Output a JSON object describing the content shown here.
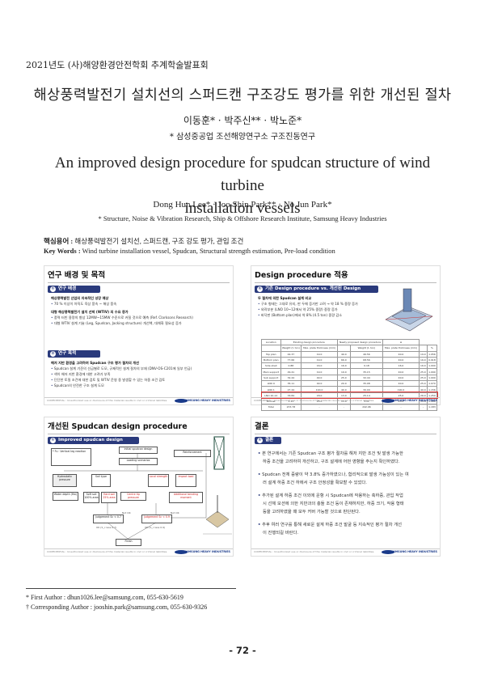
{
  "header": "2021년도 (사)해양환경안전학회 추계학술발표회",
  "title_kor": "해상풍력발전기 설치선의 스퍼드캔 구조강도 평가를 위한 개선된 절차",
  "authors_kor": "이동훈* · 박주신** · 박노준*",
  "affil_kor": "* 삼성중공업 조선해양연구소 구조진동연구",
  "title_en_1": "An improved design procedure for spudcan structure of wind turbine",
  "title_en_2": "installation vessels",
  "authors_en": "Dong Hun Lee* · Joo Shin Park** · No Jun Park*",
  "affil_en": "* Structure, Noise & Vibration Research, Ship & Offshore Research Institute, Samsung Heavy Industries",
  "kw_kor_label": "핵심용어 :",
  "kw_kor": "해상풍력발전기 설치선, 스퍼드캔, 구조 강도 평가, 관입 조건",
  "kw_en_label": "Key Words :",
  "kw_en": "Wind turbine installation vessel, Spudcan, Structural strength estimation, Pre-load condition",
  "panels": {
    "p1": {
      "title": "연구 배경 및 목적",
      "bar1": "연구 배경",
      "bar1_num": "①",
      "h1": "해상풍력발전 산업의 지속적인 성장 예상",
      "l1": "70 % 이상이 아직도 육상 풍속 ~ 해상 풍속",
      "h2": "대형 해상풍력발전기 설치 선박 (WTIV) 의 수요 증가",
      "l2": "풍력 터빈 용량의 향상 12MW~15MW 수준으로 커질 것으로 예측 (Ref. Clarksons Research)",
      "l3": "대형 WTIV 설계 기술 (Leg, Spudcan, Jacking structure) 개선책, 대체화 필요성 증가",
      "bar2": "연구 목적",
      "bar2_num": "②",
      "h3": "해저 지반 환경을 고려하여 Spudcan 구조 평가 절차의 개선",
      "l4": "Spudcan 설계 기준의 선급별로 도모, 규제적인 설계 절차의 부재 (DNV-OS-C201에 일부 언급)",
      "l5": "색이 해저 지반 환경에 대한 고려가 부족",
      "l6": "단단한 토질 조건에 대한 검토 및 WTIV 운영 중 발생할 수 있는 하중 조건 검토",
      "l7": "Spudcan의 안전한 구조 설계 도모"
    },
    "p2": {
      "title": "Design procedure 적용",
      "bar1": "기존 Design procedure vs. 개선된 Design procedure",
      "bar1_num": "①",
      "h1": "두 절차에 의한 Spudcan 설계 비교",
      "l1": "구조 형태는 그대로 유지, 판 두께 증가만 고려 → 약 18 % 중량 증가",
      "l2": "외곽부분 (LNO 10~12에서 약 25% 중량) 중량 증가",
      "l3": "바닥판 (Bottom plan)에서 약 8% (4.5 ton) 중량 감소",
      "table_head": [
        "Location",
        "Existing design procedure",
        "Newly proposed design procedure",
        "Δ"
      ],
      "table_sub": [
        "Weight (t, ton)",
        "Max. plate thickness (mm)",
        "Weight (t, ton)",
        "Max. plate thickness (mm)",
        "%"
      ],
      "rows": [
        [
          "Top plan",
          "44.37",
          "19.0",
          "49.0",
          "46.56",
          "40.0",
          "19.0",
          "1.056"
        ],
        [
          "Bottom plan",
          "77.66",
          "19.0",
          "66.0",
          "68.56",
          "40.0",
          "16.0",
          "0.918"
        ],
        [
          "Side shell",
          "0.88",
          "16.0",
          "16.0",
          "0.18",
          "16.0",
          "16.0",
          "1.000"
        ],
        [
          "Main support",
          "29.41",
          "19.0",
          "19.0",
          "35.15",
          "40.0",
          "25.0",
          "1.090"
        ],
        [
          "Sub support",
          "32.44",
          "40.0",
          "25.0",
          "32.44",
          "40.0",
          "25.0",
          "1.000"
        ],
        [
          "LNO 9",
          "35.11",
          "40.0",
          "20.0",
          "35.08",
          "40.0",
          "25.0",
          "1.070"
        ],
        [
          "LNO 1",
          "27.44",
          "190.0",
          "40.0",
          "30.09",
          "190.0",
          "40.0",
          "1.156"
        ],
        [
          "LNO 10-12",
          "33.84",
          "18.0",
          "13.0",
          "25.14",
          "25.0",
          "26.0",
          "1.250"
        ],
        [
          "Bonnet",
          "1.11",
          "25.0",
          "15.0",
          "1.11",
          "25.0",
          "15.0",
          "1.000"
        ],
        [
          "Total",
          "233.78",
          "-",
          "-",
          "242.96",
          "-",
          "-",
          "1.183"
        ]
      ]
    },
    "p3": {
      "title": "개선된 Spudcan design procedure",
      "bar1": "Improved spudcan design procedure",
      "bar1_num": "①",
      "box_formula": "* Fv : Vertical leg reaction",
      "nodes": [
        "Initial spudcan design",
        "Loading scenarios",
        "Reinforcement",
        "Hydrostatic pressure",
        "Soil type",
        "Water depth (Hw)",
        "Soft soil 100% area",
        "Hard soil 25% area",
        "Centre tip pressure",
        "Local strength",
        "Impact load",
        "Additional bending moment",
        "Judgement Sc < 0.7",
        "Judgement Sc < 0.9",
        "Finish"
      ],
      "yes1": "OK (S_c less 0.7)",
      "yes2": "OK (S_c less 0.9)",
      "no1": "Not OK",
      "no2": "Not OK"
    },
    "p4": {
      "title": "결론",
      "bar1": "결론",
      "bar1_num": "①",
      "c1a": "본 연구에서는 기존 Spudcan 구조 평가 절차를 해저 지반 조건 및 발생 가능한",
      "c1b": "하중 조건을 고려하여 개선하고, 구조 설계에 어떤 영향을 주는지 확인하였다.",
      "c2a": "Spudcan 전체 중량이 약 3.8% 증가하였으나, 합리적으로 발생 가능성이 있는 여",
      "c2b": "러 설계 하중 조건 하에서 구조 안정성을 확보할 수 있었다.",
      "c3a": "추가된 설계 하중 조건 이외에 운항 시 Spudcan에 작용하는 축하중, 관입 작업",
      "c3b": "시 선체 모션에 의한 지반과의 충돌 조건 등이 존재하지만, 하중 크기, 작용 형태",
      "c3c": "등을 고려하였을 때 모두 커버 가능할 것으로 판단된다.",
      "c4a": "추후 여러 연구를 통해 새로운 설계 하중 조건 발굴 등 지속적인 평가 절차 개선",
      "c4b": "이 진행되길 바란다."
    },
    "footer_conf": "CONFIDENTIAL : Unauthorized use or disclosure of this material results in civil or criminal liabilities.",
    "footer_brand": "SAMSUNG HEAVY INDUSTRIES"
  },
  "footnote1": "* First Author : dhun1026.lee@samsung.com, 055-630-5619",
  "footnote2": "† Corresponding Author : jooshin.park@samsung.com, 055-630-9326",
  "page": "- 72 -"
}
